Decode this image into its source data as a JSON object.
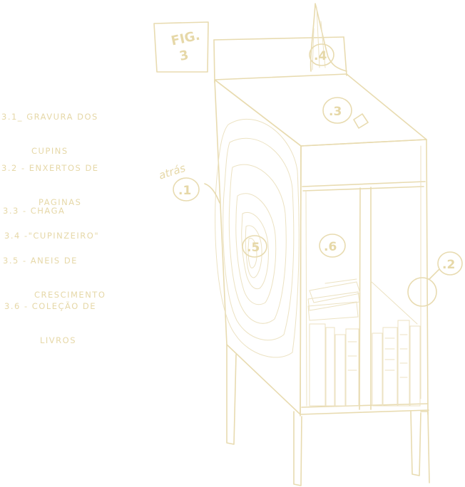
{
  "figure": {
    "title_line1": "FIG.",
    "title_line2": "3"
  },
  "side_note": "atrás",
  "legend": [
    {
      "line1": "3.1_ GRAVURA DOS",
      "line2": "CUPINS"
    },
    {
      "line1": "3.2 - ENXERTOS DE",
      "line2": "PAGINAS"
    },
    {
      "line1": "3.3 - CHAGA",
      "line2": ""
    },
    {
      "line1": "3.4 -\"CUPINZEIRO\"",
      "line2": ""
    },
    {
      "line1": "3.5 - ANEIS DE",
      "line2": "CRESCIMENTO"
    },
    {
      "line1": "3.6 - COLEÇÃO DE",
      "line2": "LIVROS"
    }
  ],
  "callouts": [
    {
      "label": ".1"
    },
    {
      "label": ".2"
    },
    {
      "label": ".3"
    },
    {
      "label": ".4"
    },
    {
      "label": ".5"
    },
    {
      "label": ".6"
    }
  ],
  "colors": {
    "ink": "#e8dbb0",
    "background": "#ffffff"
  }
}
